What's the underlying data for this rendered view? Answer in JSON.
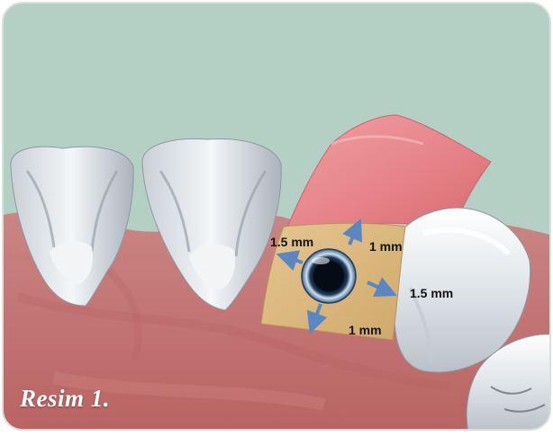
{
  "figure": {
    "caption": "Resim 1.",
    "background_color": "#b4cfc3",
    "gum_color": "#c77a78",
    "graft_color": "#d9b87e",
    "arrow_color": "#5b86c4",
    "labels": {
      "top_left": "1.5 mm",
      "top_right": "1 mm",
      "right": "1.5 mm",
      "bottom": "1 mm"
    }
  }
}
